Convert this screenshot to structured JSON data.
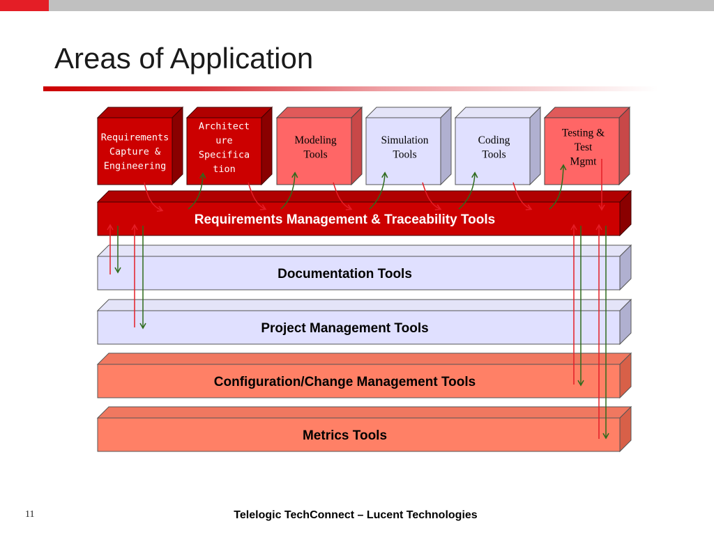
{
  "slide": {
    "title": "Areas of Application",
    "page_number": "11",
    "footer": "Telelogic TechConnect – Lucent Technologies"
  },
  "colors": {
    "dark_red": "#cc0000",
    "red": "#ff6666",
    "lavender": "#e0e0ff",
    "salmon": "#ff8066",
    "arrow_red": "#e41e26",
    "arrow_green": "#2e6b1c"
  },
  "tools": [
    {
      "lines": [
        "Requirements",
        "Capture &",
        "Engineering"
      ],
      "style": "dark",
      "font": "mono"
    },
    {
      "lines": [
        "Architect",
        "ure",
        "Specifica",
        "tion"
      ],
      "style": "dark",
      "font": "mono"
    },
    {
      "lines": [
        "Modeling",
        "Tools"
      ],
      "style": "red",
      "font": "serif"
    },
    {
      "lines": [
        "Simulation",
        "Tools"
      ],
      "style": "lavender",
      "font": "serif"
    },
    {
      "lines": [
        "Coding",
        "Tools"
      ],
      "style": "lavender",
      "font": "serif"
    },
    {
      "lines": [
        "Testing &",
        "Test",
        "Mgmt"
      ],
      "style": "red",
      "font": "serif"
    }
  ],
  "layers": [
    {
      "label": "Requirements Management & Traceability Tools",
      "style": "dark"
    },
    {
      "label": "Documentation Tools",
      "style": "lavender"
    },
    {
      "label": "Project Management Tools",
      "style": "lavender"
    },
    {
      "label": "Configuration/Change Management Tools",
      "style": "salmon"
    },
    {
      "label": "Metrics Tools",
      "style": "salmon"
    }
  ]
}
